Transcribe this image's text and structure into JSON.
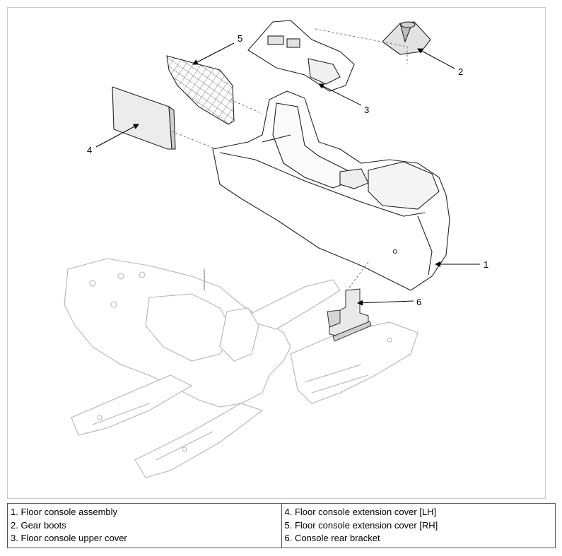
{
  "callouts": {
    "c1": "1",
    "c2": "2",
    "c3": "3",
    "c4": "4",
    "c5": "5",
    "c6": "6"
  },
  "legend": {
    "left": [
      "1. Floor console assembly",
      "2. Gear boots",
      "3. Floor console upper cover"
    ],
    "right": [
      "4. Floor console extension cover [LH]",
      "5. Floor console extension cover [RH]",
      "6. Console rear bracket"
    ]
  }
}
